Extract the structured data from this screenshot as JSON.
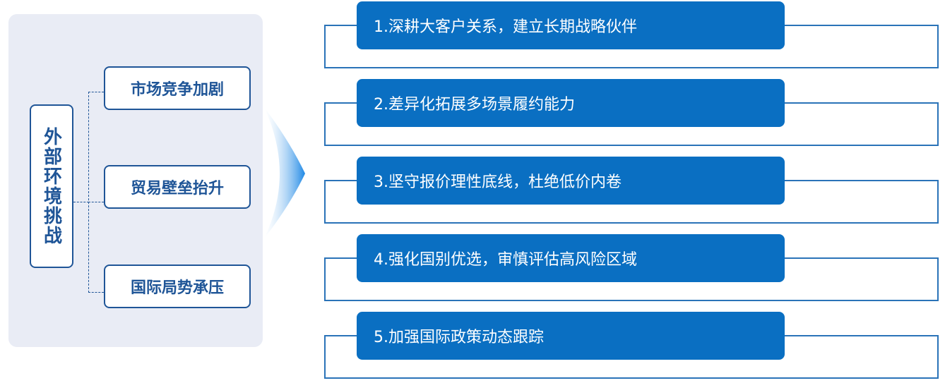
{
  "left": {
    "title": "外部环境挑战",
    "challenges": [
      "市场竞争加剧",
      "贸易壁垒抬升",
      "国际局势承压"
    ]
  },
  "strategies": [
    "1.深耕大客户关系，建立长期战略伙伴",
    "2.差异化拓展多场景履约能力",
    "3.坚守报价理性底线，杜绝低价内卷",
    "4.强化国别优选，审慎评估高风险区域",
    "5.加强国际政策动态跟踪"
  ],
  "colors": {
    "dark_blue": "#1f5597",
    "pill_blue": "#0a6fc2",
    "frame_blue": "#2a73b8",
    "panel_bg": "#e9ecf5"
  }
}
